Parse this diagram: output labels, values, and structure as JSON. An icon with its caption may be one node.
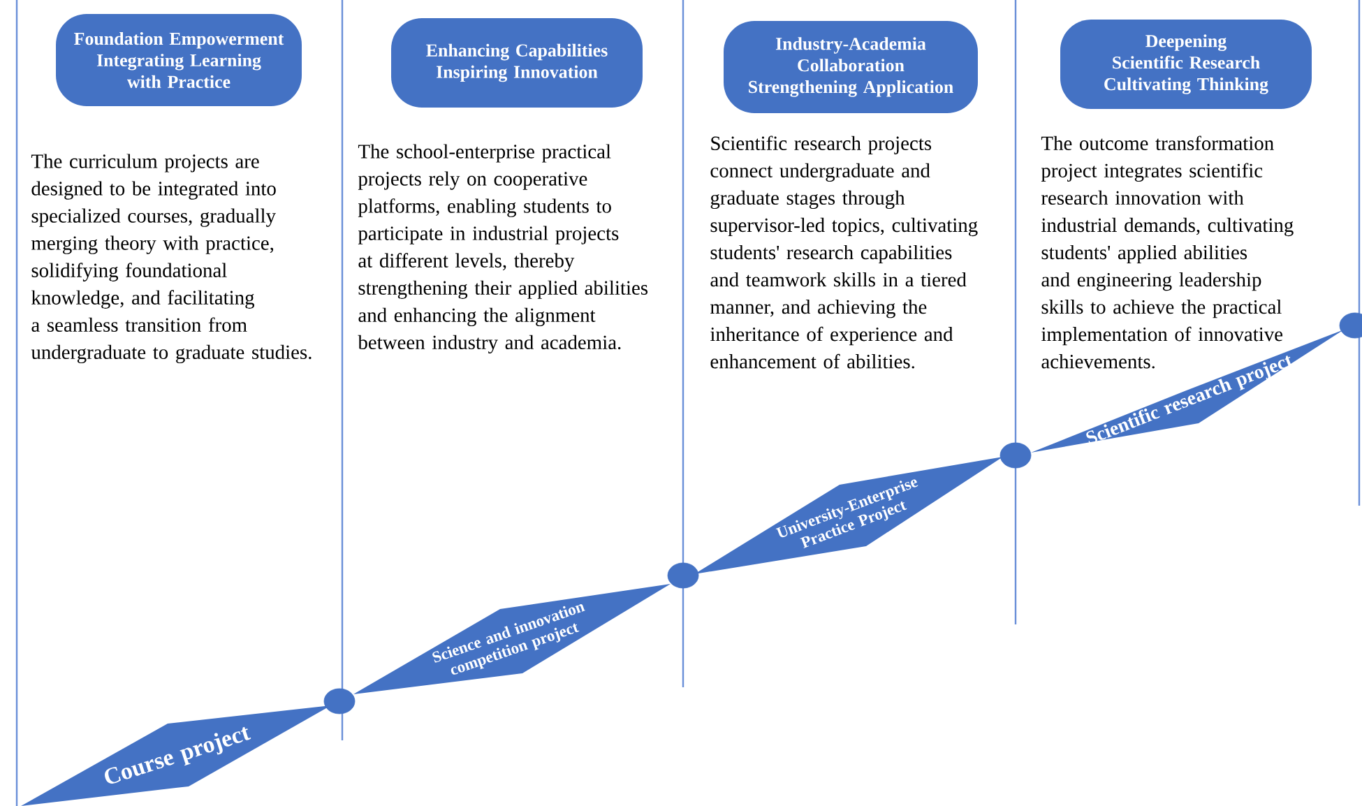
{
  "diagram": {
    "nodes": [
      {
        "text": [
          "Foundation Empowerment Integrating Learning with Practice"
        ]
      },
      {
        "text": [
          "Enhancing Capabilities Inspiring Innovation"
        ]
      },
      {
        "text": [
          "Industry-Academia Collaboration Strengthening Application"
        ]
      },
      {
        "text": [
          "Deepening Scientific Research Cultivating Thinking"
        ]
      },
      {
        "text": [
          "Course project"
        ]
      },
      {
        "text": [
          "Science and innovation competition project"
        ]
      },
      {
        "text": [
          "University-Enterprise Practice Project"
        ]
      },
      {
        "text": [
          "Scientific research project"
        ]
      },
      {
        "text": [],
        "shape": "circle"
      },
      {
        "text": [],
        "shape": "circle"
      },
      {
        "text": [],
        "shape": "circle"
      },
      {
        "text": [],
        "shape": "circle"
      }
    ],
    "edges": [],
    "labels": [
      "The curriculum projects are designed to be integrated into specialized courses, gradually merging theory with practice, solidifying foundational knowledge, and facilitating a seamless transition from undergraduate to graduate studies.",
      "The school-enterprise practical projects rely on cooperative platforms, enabling students to participate in industrial projects at different levels, thereby strengthening their applied abilities and enhancing the alignment between industry and academia.",
      "Scientific research projects connect undergraduate and graduate stages through supervisor-led topics, cultivating students' research capabilities and teamwork skills in a tiered manner, and achieving the inheritance of experience and enhancement of abilities.",
      "The outcome transformation project integrates scientific research innovation with industrial demands, cultivating students' applied abilities and engineering leadership skills to achieve the practical implementation of innovative achievements."
    ]
  }
}
